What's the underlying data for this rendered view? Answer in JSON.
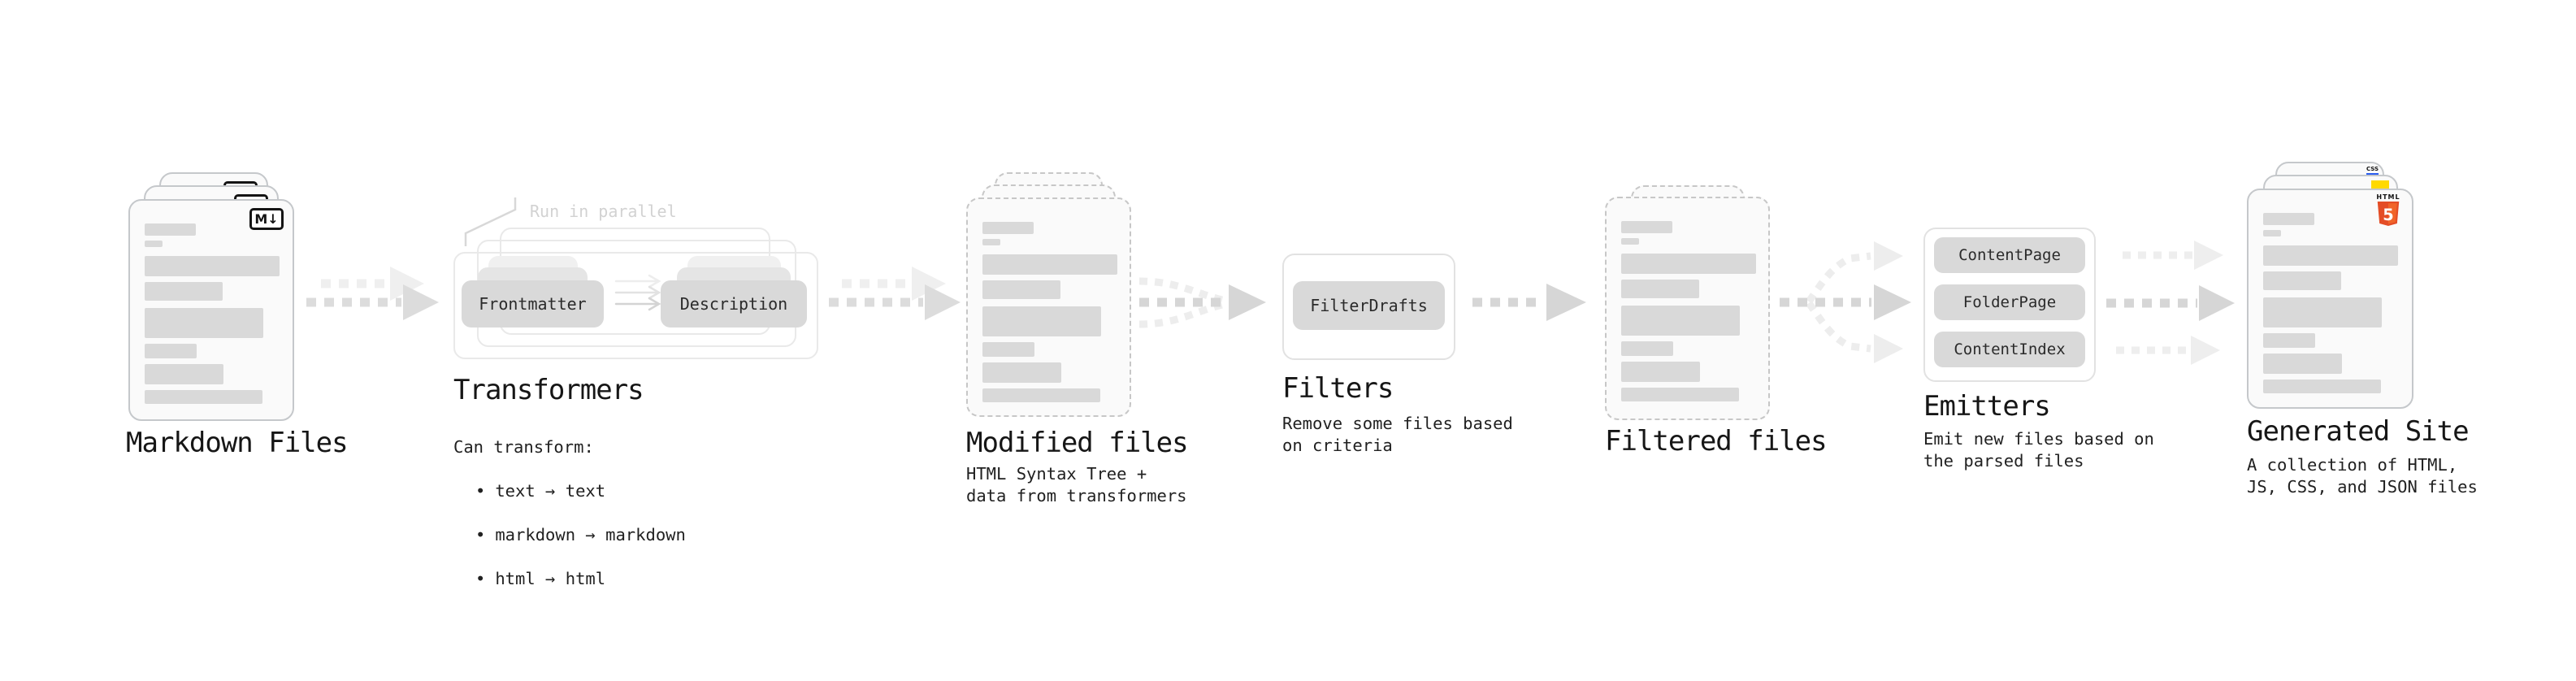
{
  "glyphs": {
    "bullet": "•"
  },
  "palette": {
    "arrow_dark": "#d6d6d6",
    "arrow_light": "#eeeeee",
    "bar_gray": "#d9d9d9",
    "html5_orange": "#e44d26",
    "html5_orange_light": "#f16529",
    "js_yellow": "#ffd900",
    "css_blue": "#2a5df0"
  },
  "stages": {
    "markdown_files": {
      "title": "Markdown Files",
      "icon_label": "M↓"
    },
    "transformers": {
      "note": "Run in parallel",
      "box1": "Frontmatter",
      "box2": "Description",
      "title": "Transformers",
      "subtitle_lead": "Can transform:",
      "bullets": [
        "text → text",
        "markdown → markdown",
        "html → html"
      ]
    },
    "modified_files": {
      "title": "Modified files",
      "subtitle": "HTML Syntax Tree +\ndata from transformers"
    },
    "filters": {
      "box": "FilterDrafts",
      "title": "Filters",
      "subtitle": "Remove some files based\non criteria"
    },
    "filtered_files": {
      "title": "Filtered files"
    },
    "emitters": {
      "boxes": [
        "ContentPage",
        "FolderPage",
        "ContentIndex"
      ],
      "title": "Emitters",
      "subtitle": "Emit new files based on\nthe parsed files"
    },
    "generated_site": {
      "title": "Generated Site",
      "subtitle": "A collection of HTML,\nJS, CSS, and JSON files",
      "html5_word": "HTML",
      "html5_number": "5",
      "css_label": "CSS"
    }
  }
}
